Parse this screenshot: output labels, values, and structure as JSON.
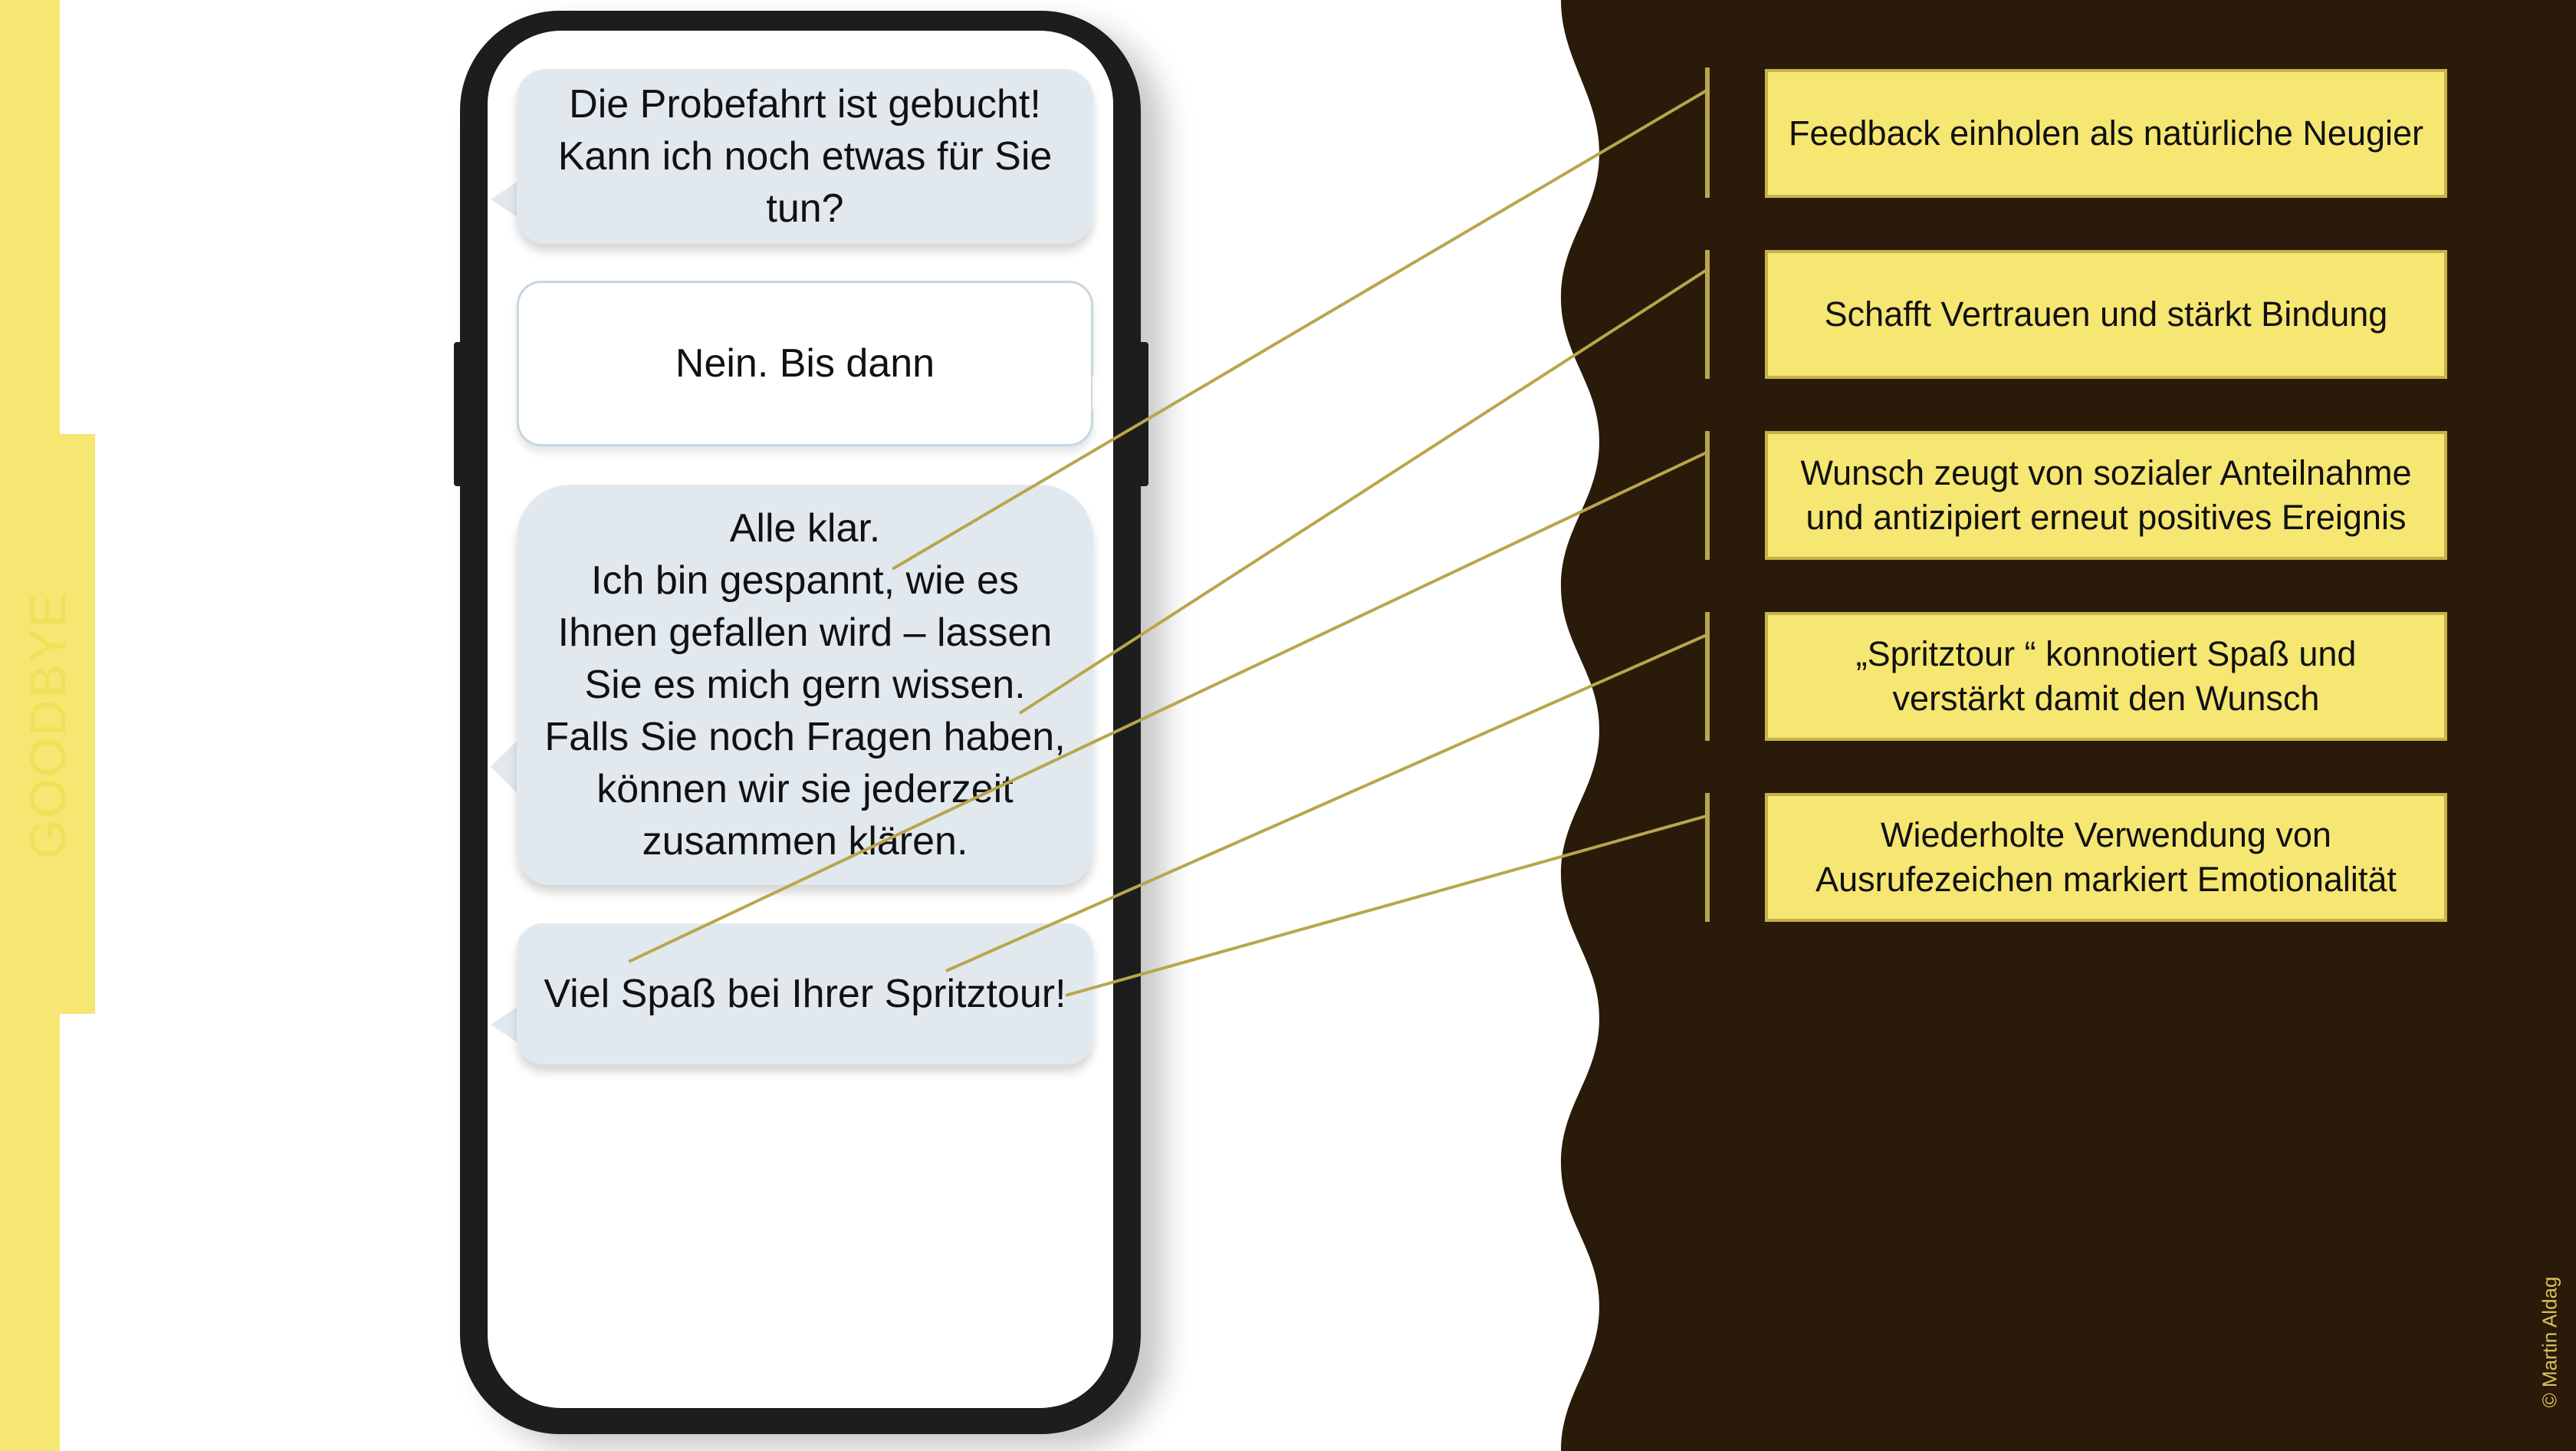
{
  "section_label": "GOODBYE",
  "chat": {
    "bubble_1_lines": [
      "Die Probefahrt ist gebucht!",
      "Kann ich noch etwas für Sie",
      "tun?"
    ],
    "bubble_2": "Nein. Bis dann",
    "bubble_3_lines": [
      "Alle klar.",
      "Ich bin gespannt, wie es",
      "Ihnen gefallen wird – lassen",
      "Sie es mich gern wissen.",
      "Falls Sie noch Fragen haben,",
      "können wir sie jederzeit",
      "zusammen klären."
    ],
    "bubble_4": "Viel Spaß bei Ihrer Spritztour!"
  },
  "annotations": [
    {
      "lines": [
        "Feedback einholen als natürliche Neugier"
      ]
    },
    {
      "lines": [
        "Schafft Vertrauen und stärkt Bindung"
      ]
    },
    {
      "lines": [
        "Wunsch zeugt von sozialer Anteilnahme",
        "und antizipiert erneut positives Ereignis"
      ]
    },
    {
      "lines": [
        "„Spritztour “ konnotiert Spaß und",
        "verstärkt damit den Wunsch"
      ]
    },
    {
      "lines": [
        "Wiederholte Verwendung von",
        "Ausrufezeichen markiert Emotionalität"
      ]
    }
  ],
  "copyright": "© Martin Aldag",
  "colors": {
    "accent_yellow": "#f6e672",
    "dark_brown": "#2a1a09",
    "connector": "#b9a64c",
    "bubble_in": "#e1e9ef",
    "bubble_out_border": "#c6d6e2"
  }
}
